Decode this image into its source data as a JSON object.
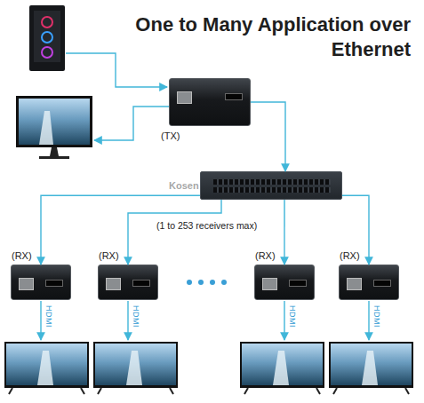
{
  "diagram": {
    "title": "One to Many Application over Ethernet",
    "nodes": [
      {
        "text": [
          "(TX)"
        ]
      },
      {
        "text": [
          "Kosen"
        ]
      },
      {
        "text": [
          "(RX)"
        ]
      },
      {
        "text": [
          "(RX)"
        ]
      },
      {
        "text": [
          "(RX)"
        ]
      },
      {
        "text": [
          "(RX)"
        ]
      }
    ],
    "edges": [
      {
        "from": 0,
        "to": 1,
        "arrow": "to"
      },
      {
        "from": 1,
        "to": 2,
        "arrow": "to"
      },
      {
        "from": 1,
        "to": 3,
        "arrow": "to"
      },
      {
        "from": 1,
        "to": 4,
        "arrow": "to"
      },
      {
        "from": 1,
        "to": 5,
        "arrow": "to"
      }
    ],
    "labels": [
      "(1 to 253 receivers max)",
      "HDMI",
      "HDMI",
      "HDMI",
      "HDMI"
    ]
  }
}
